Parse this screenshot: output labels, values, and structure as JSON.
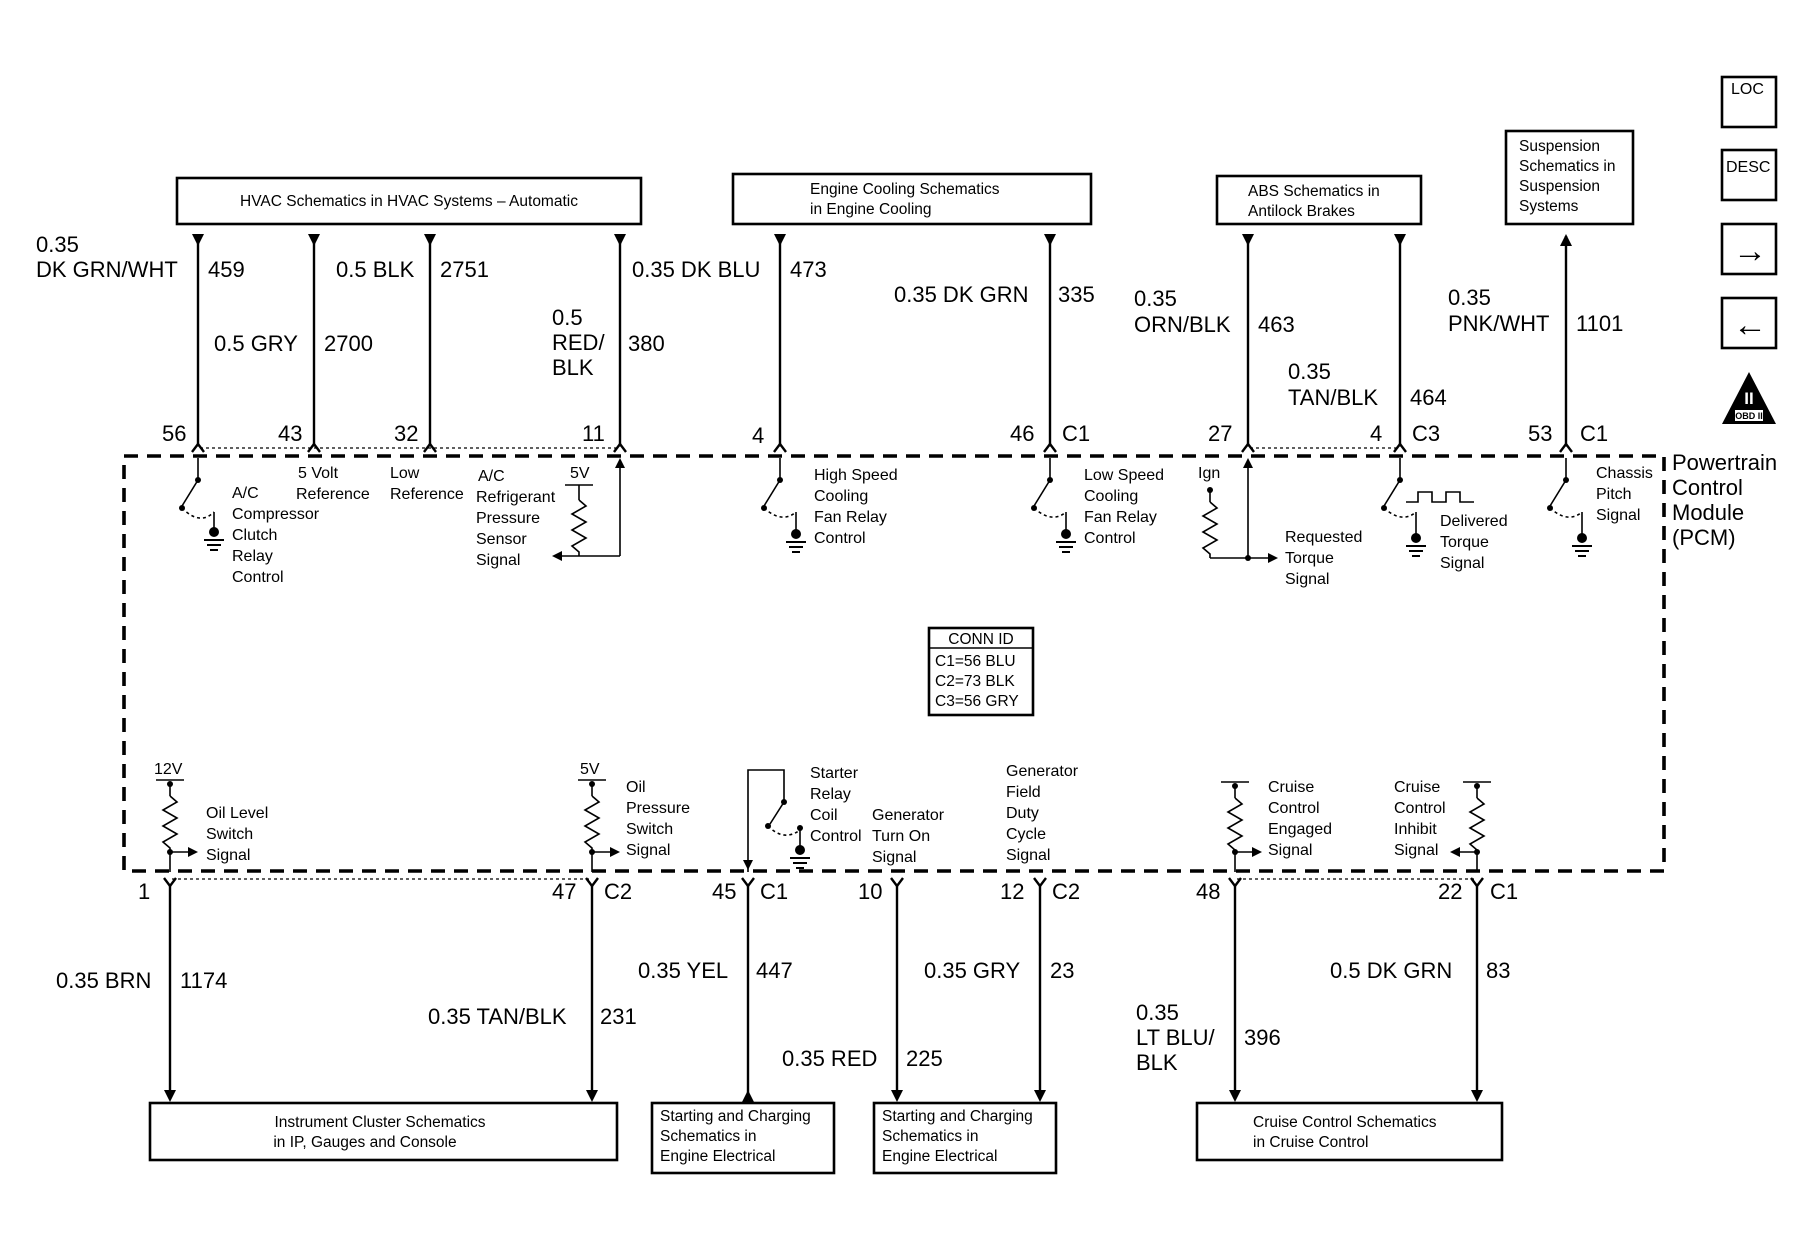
{
  "side_buttons": {
    "loc": "LOC",
    "desc": "DESC",
    "forward": "→",
    "back": "←",
    "obd": "OBD II",
    "obd_mark": "II"
  },
  "top_boxes": {
    "hvac": "HVAC Schematics in HVAC Systems – Automatic",
    "engine_cooling": [
      "Engine Cooling Schematics",
      "in Engine Cooling"
    ],
    "abs": [
      "ABS Schematics in",
      "Antilock Brakes"
    ],
    "suspension": [
      "Suspension",
      "Schematics in",
      "Suspension",
      "Systems"
    ]
  },
  "bottom_boxes": {
    "instrument": [
      "Instrument Cluster Schematics",
      "in IP, Gauges and Console"
    ],
    "starting1": [
      "Starting and Charging",
      "Schematics in",
      "Engine Electrical"
    ],
    "starting2": [
      "Starting and Charging",
      "Schematics in",
      "Engine Electrical"
    ],
    "cruise": [
      "Cruise Control Schematics",
      "in Cruise Control"
    ]
  },
  "pcm": {
    "title": [
      "Powertrain",
      "Control",
      "Module",
      "(PCM)"
    ],
    "conn_id": [
      "CONN ID",
      "C1=56 BLU",
      "C2=73 BLK",
      "C3=56 GRY"
    ]
  },
  "top_wires": [
    {
      "pin": "56",
      "circuit": "459",
      "color": [
        "0.35",
        "DK GRN/WHT"
      ],
      "connector": ""
    },
    {
      "pin": "43",
      "circuit": "2700",
      "color": [
        "0.5 GRY"
      ],
      "connector": ""
    },
    {
      "pin": "32",
      "circuit": "2751",
      "color": [
        "0.5 BLK"
      ],
      "connector": ""
    },
    {
      "pin": "11",
      "circuit": "380",
      "color": [
        "0.5",
        "RED/",
        "BLK"
      ],
      "connector": ""
    },
    {
      "pin": "4",
      "circuit": "473",
      "color": [
        "0.35 DK BLU"
      ],
      "connector": ""
    },
    {
      "pin": "46",
      "circuit": "335",
      "color": [
        "0.35 DK GRN"
      ],
      "connector": "C1"
    },
    {
      "pin": "27",
      "circuit": "463",
      "color": [
        "0.35",
        "ORN/BLK"
      ],
      "connector": ""
    },
    {
      "pin": "4",
      "circuit": "464",
      "color": [
        "0.35",
        "TAN/BLK"
      ],
      "connector": "C3"
    },
    {
      "pin": "53",
      "circuit": "1101",
      "color": [
        "0.35",
        "PNK/WHT"
      ],
      "connector": "C1"
    }
  ],
  "bottom_wires": [
    {
      "pin": "1",
      "circuit": "1174",
      "color": [
        "0.35 BRN"
      ],
      "connector": ""
    },
    {
      "pin": "47",
      "circuit": "231",
      "color": [
        "0.35 TAN/BLK"
      ],
      "connector": "C2"
    },
    {
      "pin": "45",
      "circuit": "447",
      "color": [
        "0.35 YEL"
      ],
      "connector": "C1"
    },
    {
      "pin": "10",
      "circuit": "225",
      "color": [
        "0.35 RED"
      ],
      "connector": ""
    },
    {
      "pin": "12",
      "circuit": "23",
      "color": [
        "0.35 GRY"
      ],
      "connector": "C2"
    },
    {
      "pin": "48",
      "circuit": "396",
      "color": [
        "0.35",
        "LT BLU/",
        "BLK"
      ],
      "connector": ""
    },
    {
      "pin": "22",
      "circuit": "83",
      "color": [
        "0.5 DK GRN"
      ],
      "connector": "C1"
    }
  ],
  "internal_top": {
    "ac_clutch": [
      "A/C",
      "Compressor",
      "Clutch",
      "Relay",
      "Control"
    ],
    "five_volt_ref": [
      "5 Volt",
      "Reference"
    ],
    "low_ref": [
      "Low",
      "Reference"
    ],
    "ac_pressure": [
      "A/C",
      "Refrigerant",
      "Pressure",
      "Sensor",
      "Signal"
    ],
    "v5": "5V",
    "hs_fan": [
      "High Speed",
      "Cooling",
      "Fan Relay",
      "Control"
    ],
    "ls_fan": [
      "Low Speed",
      "Cooling",
      "Fan Relay",
      "Control"
    ],
    "ign": "Ign",
    "req_torque": [
      "Requested",
      "Torque",
      "Signal"
    ],
    "del_torque": [
      "Delivered",
      "Torque",
      "Signal"
    ],
    "chassis_pitch": [
      "Chassis",
      "Pitch",
      "Signal"
    ]
  },
  "internal_bottom": {
    "v12": "12V",
    "oil_level": [
      "Oil Level",
      "Switch",
      "Signal"
    ],
    "v5": "5V",
    "oil_pressure": [
      "Oil",
      "Pressure",
      "Switch",
      "Signal"
    ],
    "starter": [
      "Starter",
      "Relay",
      "Coil",
      "Control"
    ],
    "gen_turn_on": [
      "Generator",
      "Turn On",
      "Signal"
    ],
    "gen_field": [
      "Generator",
      "Field",
      "Duty",
      "Cycle",
      "Signal"
    ],
    "cruise_engaged": [
      "Cruise",
      "Control",
      "Engaged",
      "Signal"
    ],
    "cruise_inhibit": [
      "Cruise",
      "Control",
      "Inhibit",
      "Signal"
    ]
  }
}
